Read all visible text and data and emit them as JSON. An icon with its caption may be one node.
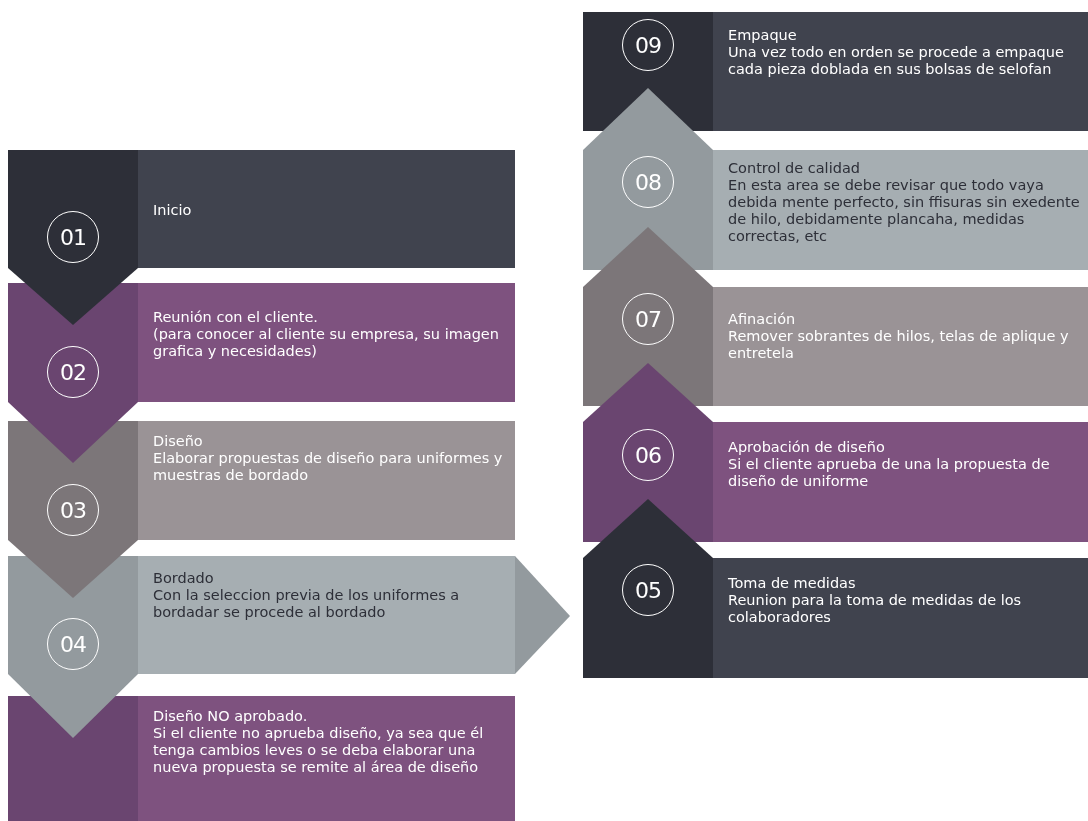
{
  "diagram": {
    "nodes": [
      {
        "text": [
          "01",
          "Inicio"
        ]
      },
      {
        "text": [
          "02",
          "Reunión con el cliente.",
          "(para conocer al cliente su empresa, su imagen grafica y necesidades)"
        ]
      },
      {
        "text": [
          "03",
          "Diseño",
          "Elaborar propuestas de diseño para uniformes y muestras de bordado"
        ]
      },
      {
        "text": [
          "04",
          "Bordado",
          "Con la seleccion previa de los uniformes a bordadar se procede al bordado"
        ]
      },
      {
        "text": [
          "Diseño NO aprobado.",
          "Si el cliente no aprueba diseño, ya sea que él tenga cambios leves o se deba elaborar una nueva propuesta se remite al área de diseño"
        ]
      },
      {
        "text": [
          "05",
          "Toma de medidas",
          "Reunion para la toma de medidas de los colaboradores"
        ]
      },
      {
        "text": [
          "06",
          "Aprobación de diseño",
          "Si el cliente aprueba de una la propuesta de diseño de uniforme"
        ]
      },
      {
        "text": [
          "07",
          "Afinación",
          "Remover sobrantes de hilos, telas de aplique y entretela"
        ]
      },
      {
        "text": [
          "08",
          "Control de calidad",
          "En esta area se debe revisar que todo vaya debida mente perfecto, sin ffisuras sin exedente de hilo, debidamente plancaha, medidas correctas, etc"
        ]
      },
      {
        "text": [
          "09",
          "Empaque",
          "Una vez todo en orden se procede a empaque cada pieza doblada en sus bolsas de selofan"
        ]
      }
    ],
    "edges": [
      {
        "from": 0,
        "to": 1,
        "arrow": "to"
      },
      {
        "from": 1,
        "to": 2,
        "arrow": "to"
      },
      {
        "from": 2,
        "to": 3,
        "arrow": "to"
      },
      {
        "from": 3,
        "to": 4,
        "arrow": "to"
      },
      {
        "from": 3,
        "to": 5,
        "arrow": "to"
      },
      {
        "from": 5,
        "to": 6,
        "arrow": "to"
      },
      {
        "from": 6,
        "to": 7,
        "arrow": "to"
      },
      {
        "from": 7,
        "to": 8,
        "arrow": "to"
      },
      {
        "from": 8,
        "to": 9,
        "arrow": "to"
      }
    ]
  }
}
